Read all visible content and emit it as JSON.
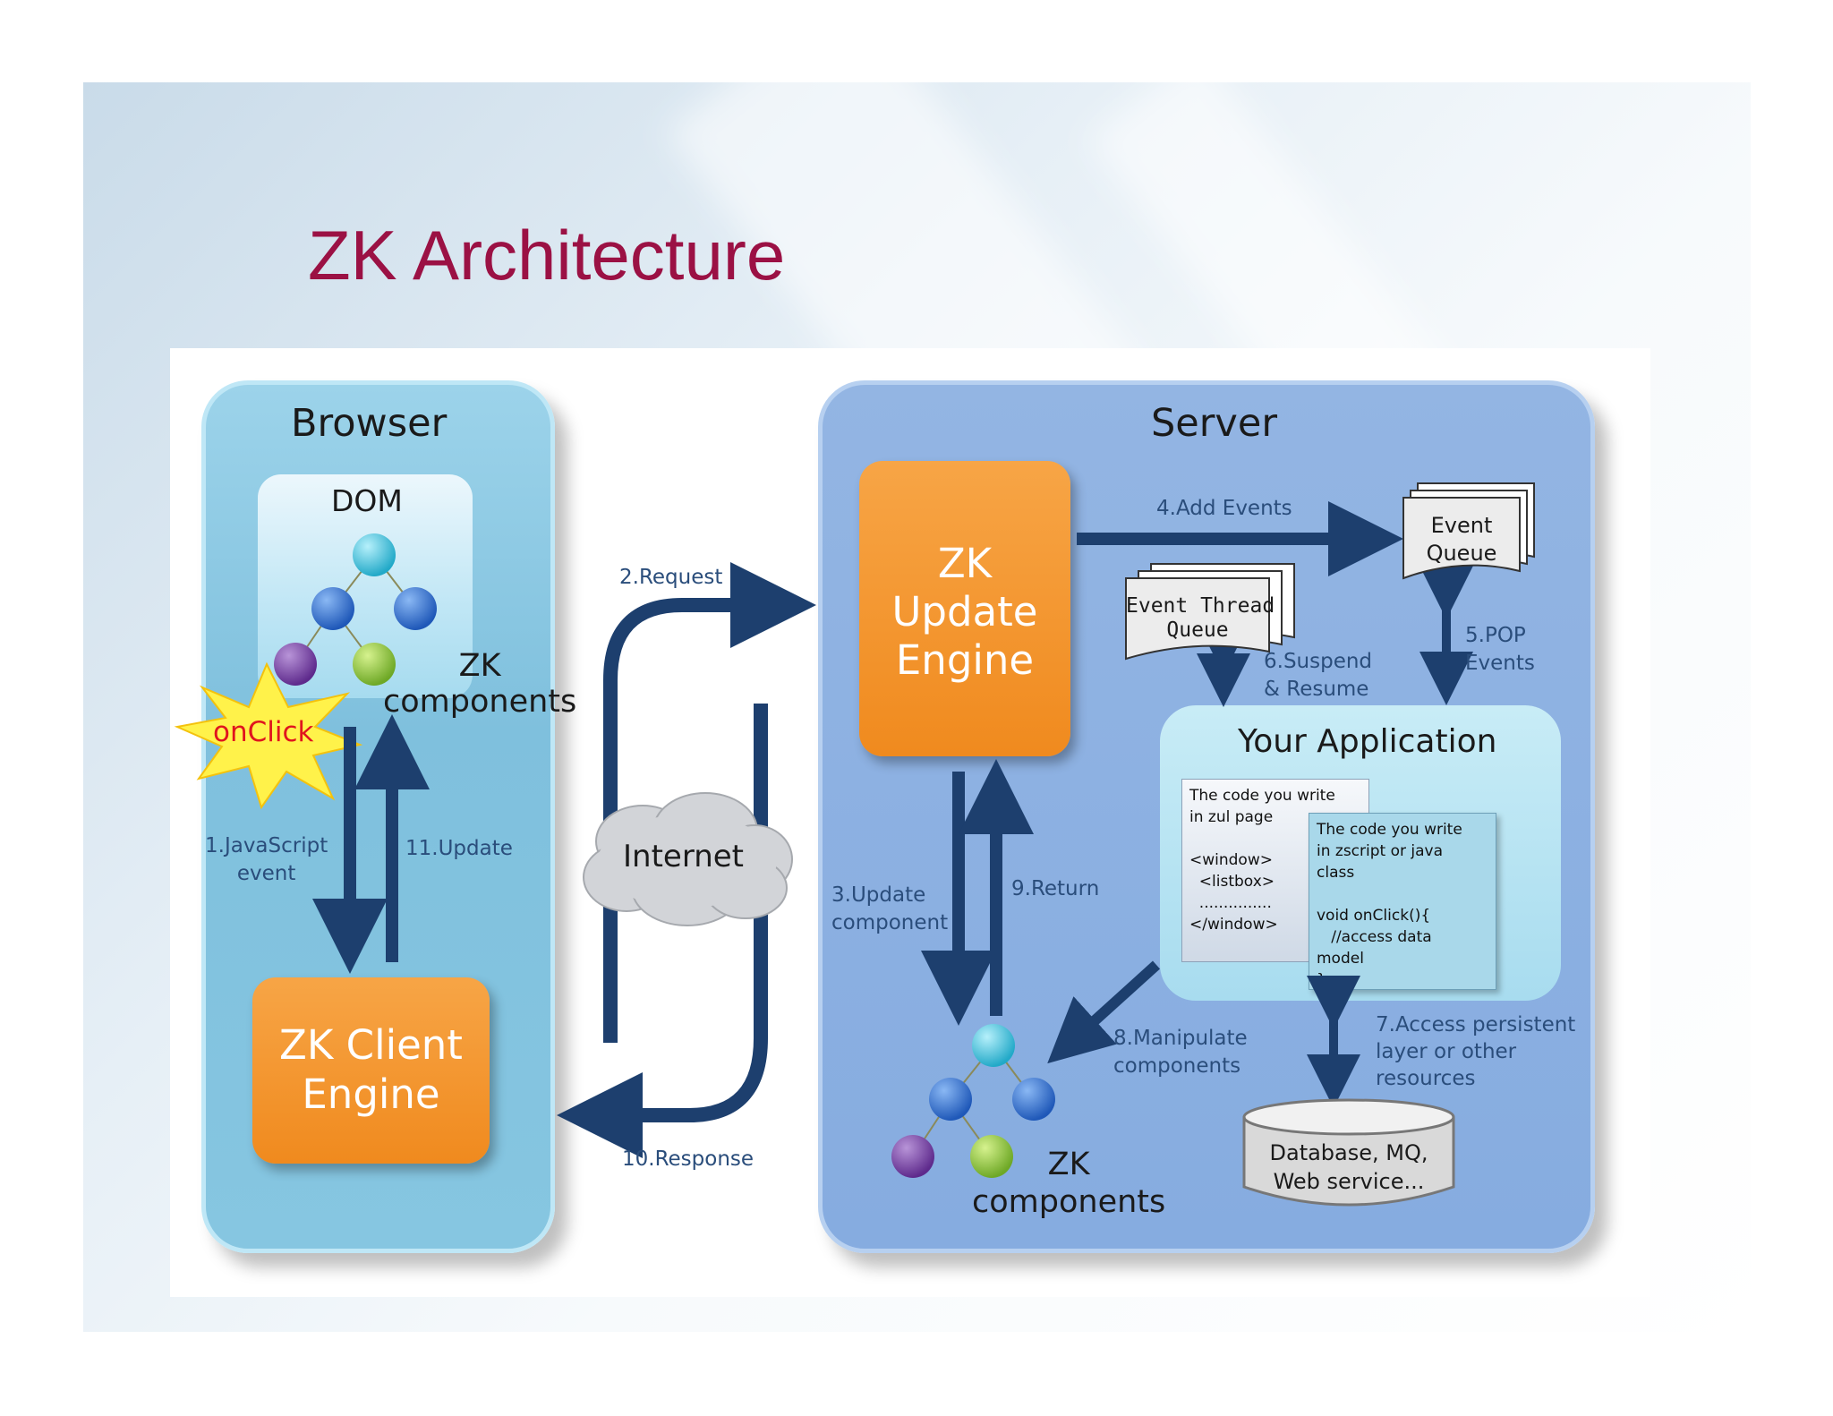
{
  "title": "ZK Architecture",
  "browser": {
    "label": "Browser",
    "dom_label": "DOM",
    "zk_components": "ZK\ncomponents",
    "onclick": "onClick",
    "client_engine": "ZK Client\nEngine",
    "step1": "1.JavaScript\nevent",
    "step11": "11.Update"
  },
  "internet": {
    "label": "Internet",
    "step2": "2.Request",
    "step10": "10.Response"
  },
  "server": {
    "label": "Server",
    "update_engine": "ZK\nUpdate\nEngine",
    "step4": "4.Add Events",
    "event_queue": "Event\nQueue",
    "event_thread_queue": "Event Thread\nQueue",
    "step5": "5.POP\nEvents",
    "step6": "6.Suspend\n& Resume",
    "your_application": "Your Application",
    "zul_note": "The code you write\nin zul page\n\n<window>\n  <listbox>\n  ...............\n</window>",
    "java_note": "The code you write\nin zscript or java\nclass\n\nvoid onClick(){\n   //access data\nmodel\n}",
    "step3": "3.Update\ncomponent",
    "step9": "9.Return",
    "step8": "8.Manipulate\ncomponents",
    "step7": "7.Access persistent\nlayer or other\nresources",
    "database": "Database, MQ,\nWeb service...",
    "zk_components": "ZK\ncomponents"
  },
  "colors": {
    "title": "#9b1144",
    "arrow": "#1d3f6e",
    "orange": "#f08a1e",
    "node_cyan": "#35bcd8",
    "node_blue": "#2f6fd0",
    "node_purple": "#7a3fa6",
    "node_green": "#8cc43a",
    "onclick_text": "#e0141e",
    "burst": "#fff24a"
  }
}
